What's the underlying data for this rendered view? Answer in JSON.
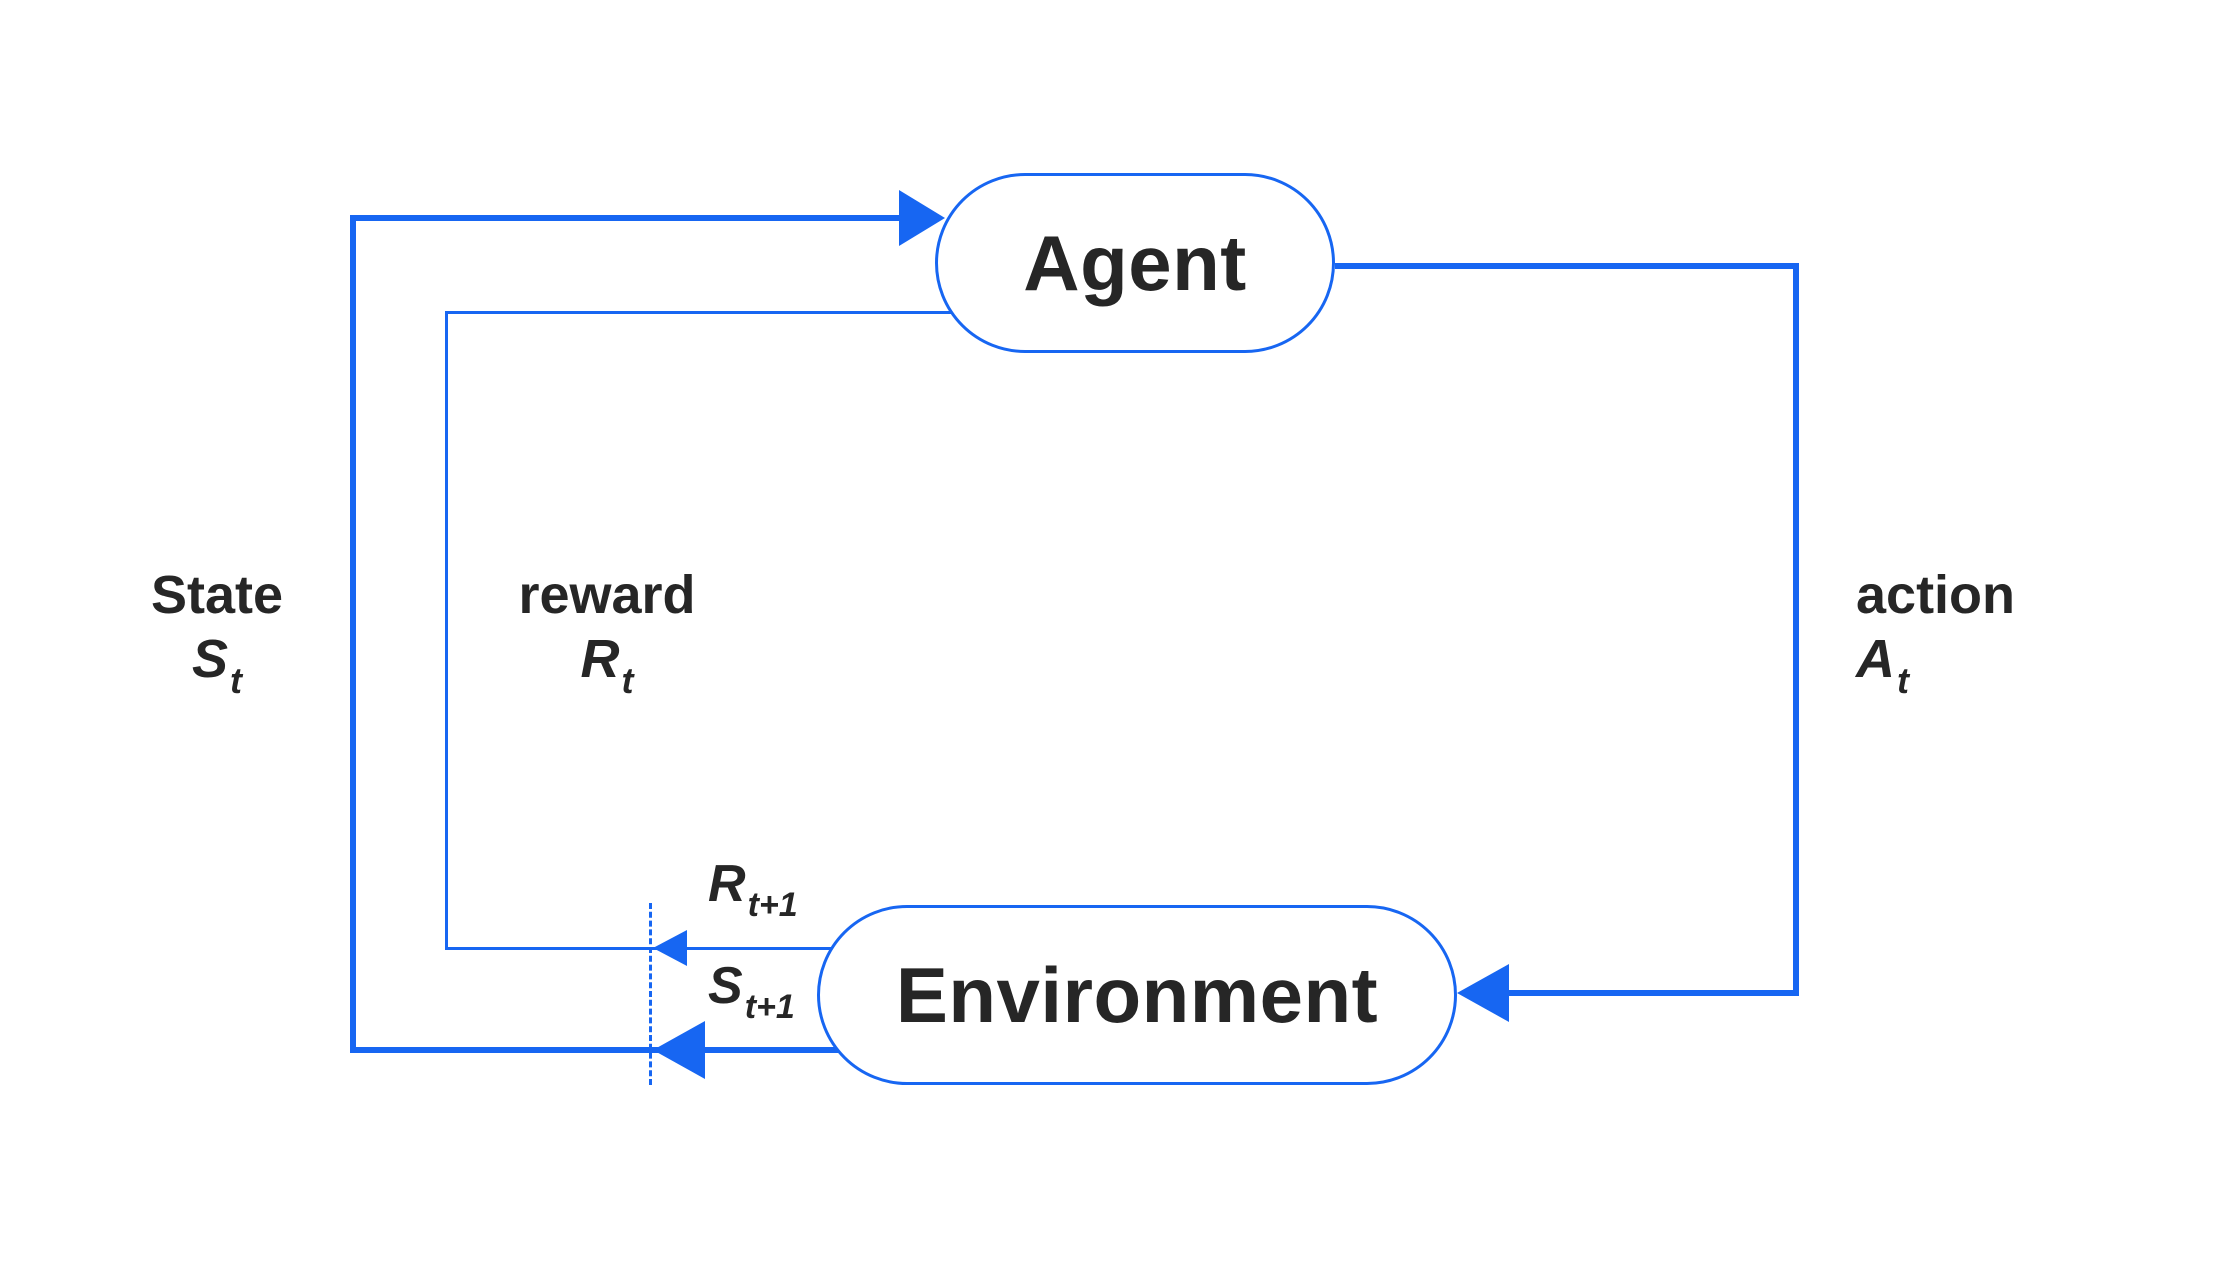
{
  "colors": {
    "line_blue": "#1766f2",
    "text_dark": "#262626",
    "background": "#ffffff"
  },
  "diagram": {
    "nodes": {
      "agent": {
        "label": "Agent"
      },
      "environment": {
        "label": "Environment"
      }
    },
    "edges": {
      "state": {
        "word": "State",
        "symbol": "S",
        "subscript": "t"
      },
      "reward": {
        "word": "reward",
        "symbol": "R",
        "subscript": "t"
      },
      "action": {
        "word": "action",
        "symbol": "A",
        "subscript": "t"
      },
      "next_reward": {
        "symbol": "R",
        "subscript": "t+1"
      },
      "next_state": {
        "symbol": "S",
        "subscript": "t+1"
      }
    }
  }
}
